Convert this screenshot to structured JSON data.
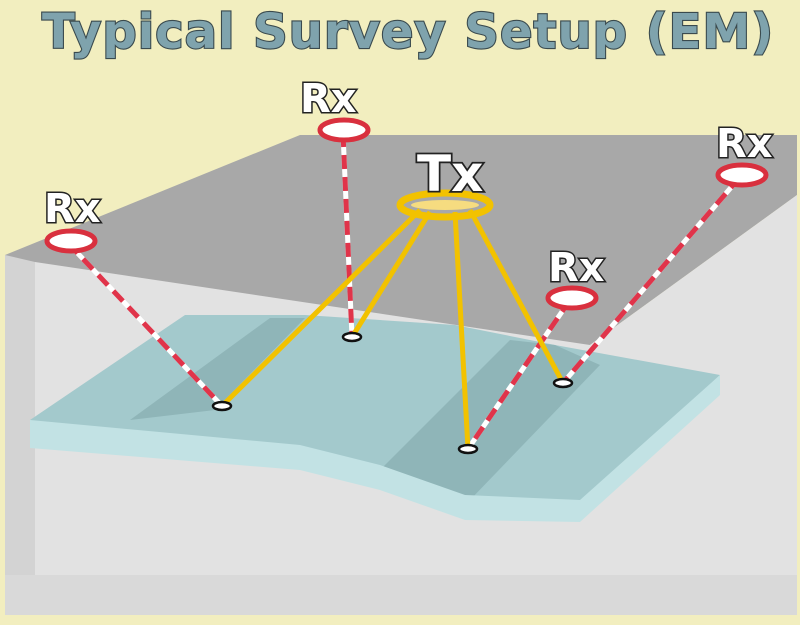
{
  "title": "Typical Survey Setup (EM)",
  "transmitter": {
    "label": "Tx"
  },
  "receivers": [
    {
      "label": "Rx"
    },
    {
      "label": "Rx"
    },
    {
      "label": "Rx"
    },
    {
      "label": "Rx"
    }
  ],
  "colors": {
    "background": "#f2eebf",
    "ground_top": "#a9a9a9",
    "ground_side": "#d9d9d9",
    "conductor_layer": "#9ec6c9",
    "transmitter": "#f2c200",
    "receiver": "#d9303e",
    "receiver_link": "#e0344a"
  }
}
